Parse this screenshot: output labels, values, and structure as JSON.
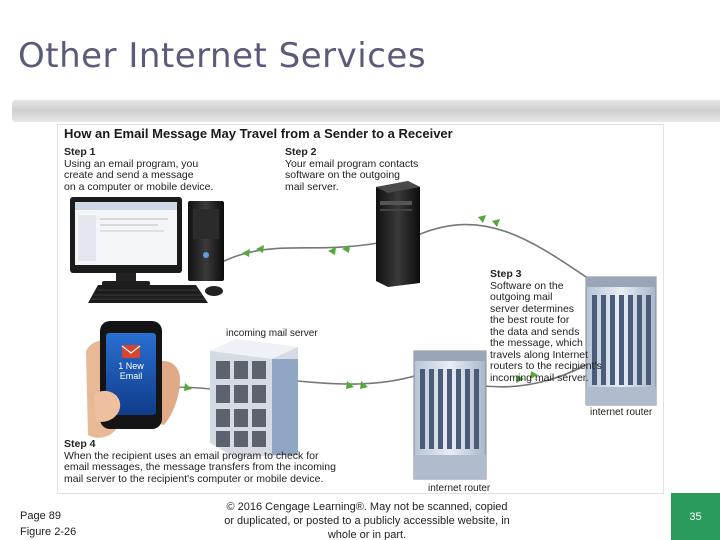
{
  "slide": {
    "title": "Other Internet Services",
    "page_ref": "Page 89",
    "figure_ref": "Figure 2-26",
    "copyright": "© 2016 Cengage Learning®. May not be scanned, copied or duplicated, or posted to a publicly accessible website, in whole or in part.",
    "page_number": "35"
  },
  "figure": {
    "title": "How an Email Message May Travel from a Sender to a Receiver",
    "steps": [
      {
        "head": "Step 1",
        "body": "Using an email program, you\ncreate and send a message\non a computer or mobile device."
      },
      {
        "head": "Step 2",
        "body": "Your email program contacts\nsoftware on the outgoing\nmail server."
      },
      {
        "head": "Step 3",
        "body": "Software on the\noutgoing mail\nserver determines\nthe best route for\nthe data and sends\nthe message, which\ntravels along Internet\nrouters to the recipient's\nincoming mail server."
      },
      {
        "head": "Step 4",
        "body": "When the recipient uses an email program to check for\nemail messages, the message transfers from the incoming\nmail server to the recipient's computer or mobile device."
      }
    ],
    "labels": {
      "incoming_server": "incoming mail server",
      "router_right": "internet router",
      "router_bottom": "internet router"
    },
    "phone_screen": {
      "line1": "1 New",
      "line2": "Email"
    }
  }
}
